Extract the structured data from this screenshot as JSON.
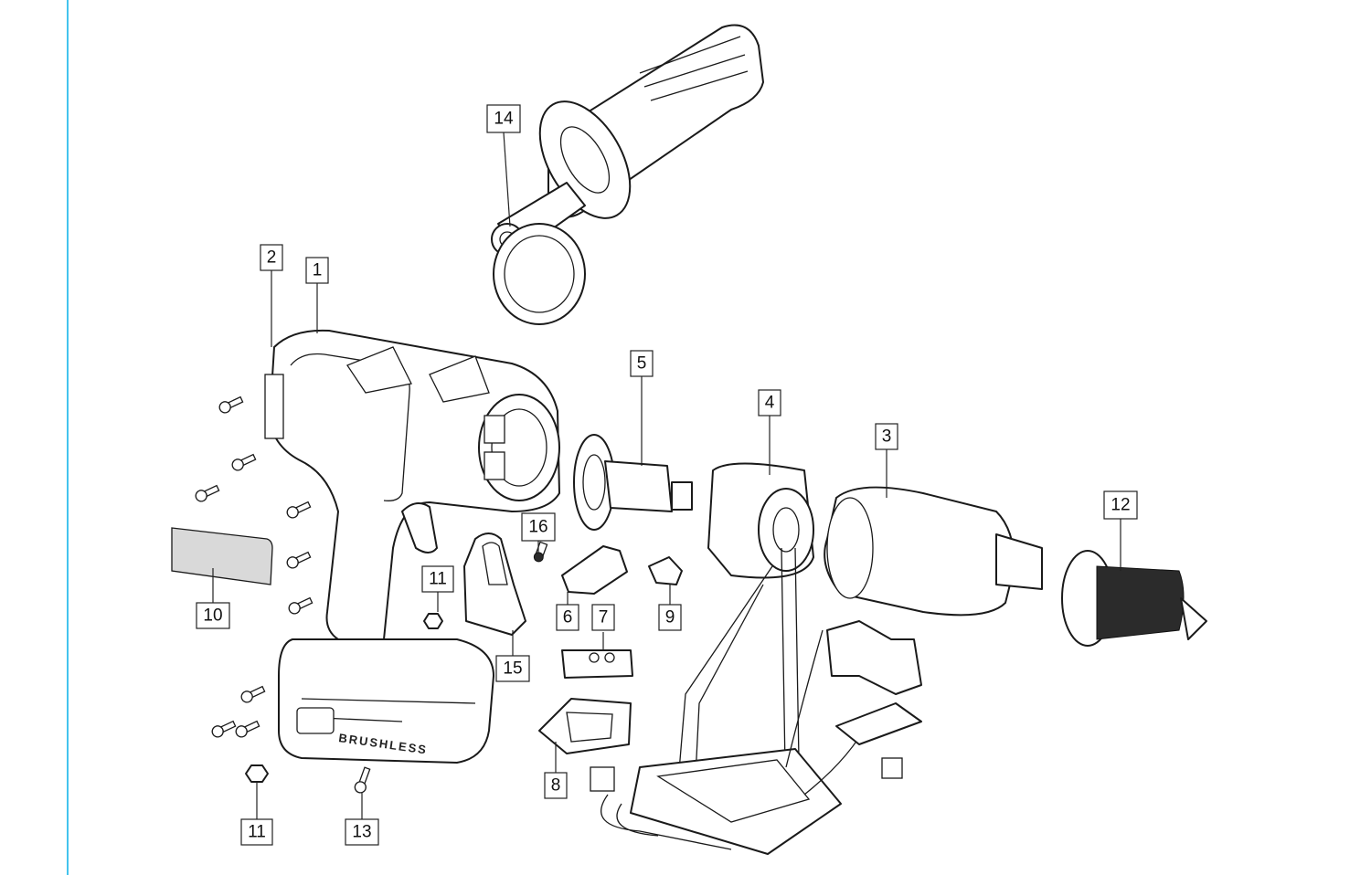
{
  "brand_text": "BRUSHLESS",
  "accent_color": "#43c4ee",
  "callouts": [
    {
      "id": "c1",
      "label": "1"
    },
    {
      "id": "c2",
      "label": "2"
    },
    {
      "id": "c3",
      "label": "3"
    },
    {
      "id": "c4",
      "label": "4"
    },
    {
      "id": "c5",
      "label": "5"
    },
    {
      "id": "c6",
      "label": "6"
    },
    {
      "id": "c7",
      "label": "7"
    },
    {
      "id": "c8",
      "label": "8"
    },
    {
      "id": "c9",
      "label": "9"
    },
    {
      "id": "c10",
      "label": "10"
    },
    {
      "id": "c11a",
      "label": "11"
    },
    {
      "id": "c11b",
      "label": "11"
    },
    {
      "id": "c12",
      "label": "12"
    },
    {
      "id": "c13",
      "label": "13"
    },
    {
      "id": "c14",
      "label": "14"
    },
    {
      "id": "c15",
      "label": "15"
    },
    {
      "id": "c16",
      "label": "16"
    }
  ]
}
